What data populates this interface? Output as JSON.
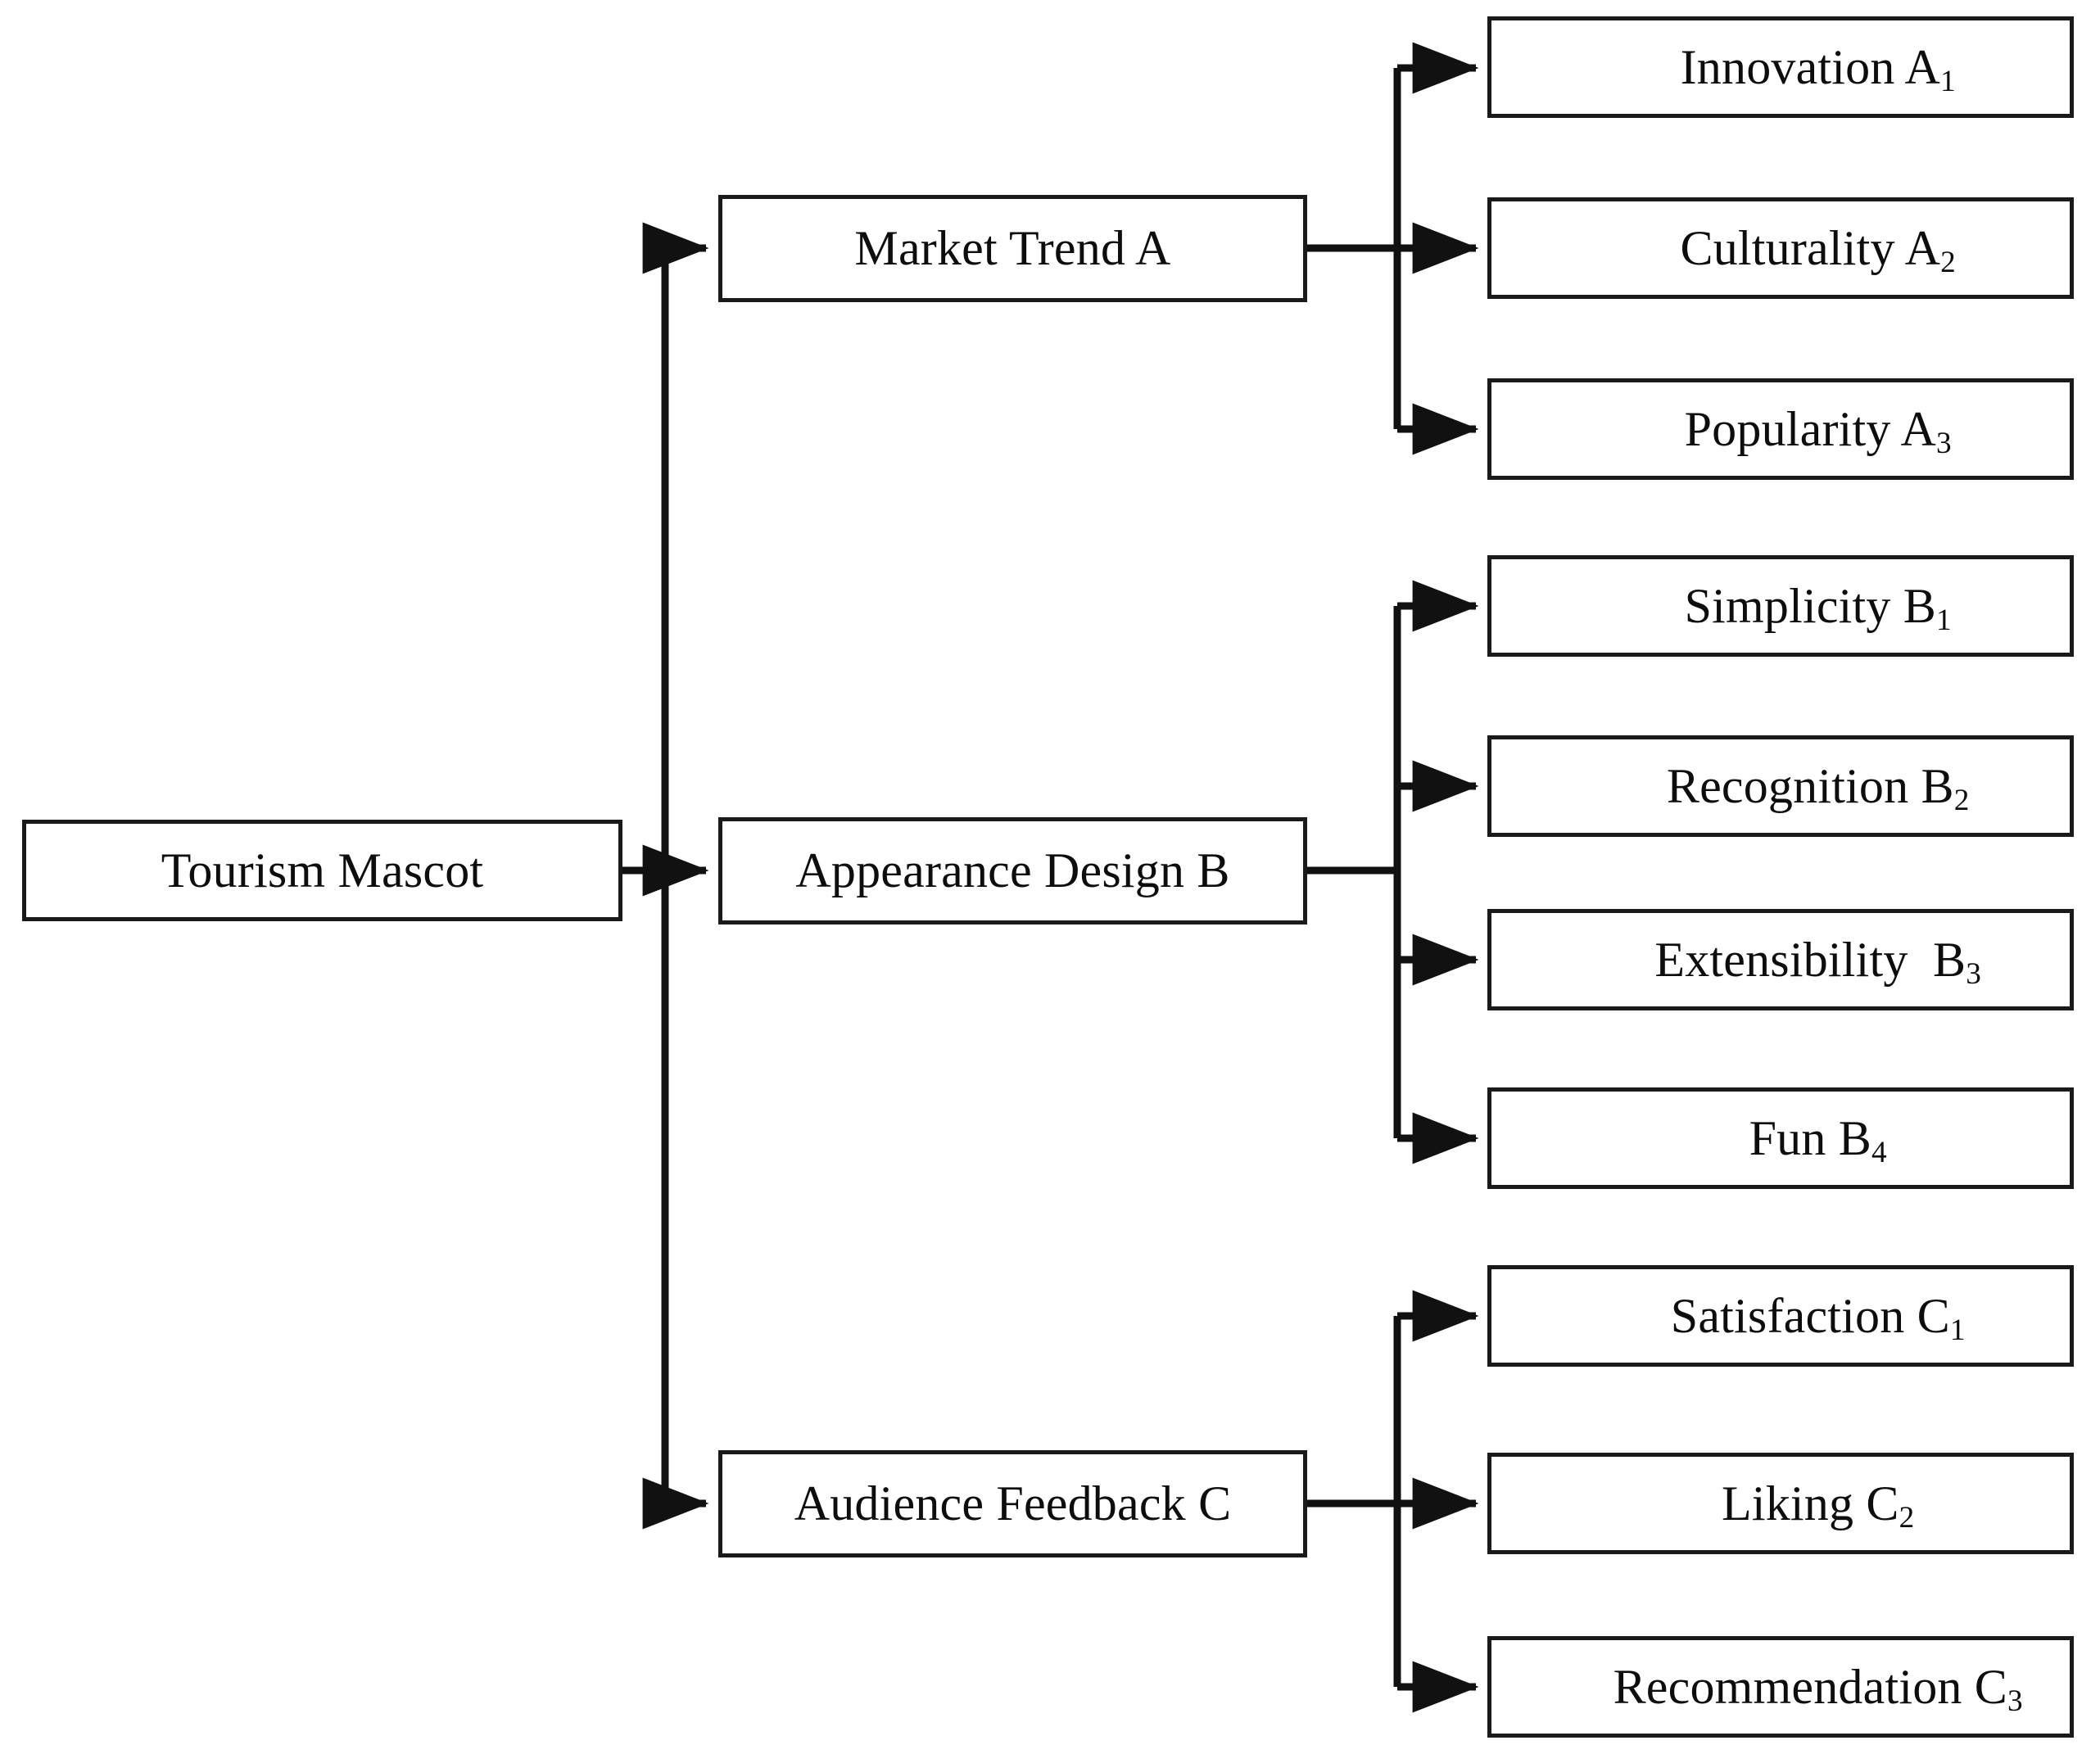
{
  "diagram": {
    "type": "hierarchy-tree",
    "title": "Tourism Mascot",
    "orientation": "left-to-right",
    "colors": {
      "background": "#ffffff",
      "box_border": "#1a1a1a",
      "box_fill": "#ffffff",
      "connector": "#111111",
      "text": "#0d0d0d"
    },
    "root": {
      "label": "Tourism Mascot",
      "code": ""
    },
    "criteria": [
      {
        "label": "Market Trend A",
        "name": "Market Trend",
        "code": "A",
        "sub_criteria": [
          {
            "label": "Innovation A",
            "name": "Innovation",
            "code": "A",
            "index": "1"
          },
          {
            "label": "Culturality A",
            "name": "Culturality",
            "code": "A",
            "index": "2"
          },
          {
            "label": "Popularity A",
            "name": "Popularity",
            "code": "A",
            "index": "3"
          }
        ]
      },
      {
        "label": "Appearance Design B",
        "name": "Appearance Design",
        "code": "B",
        "sub_criteria": [
          {
            "label": "Simplicity B",
            "name": "Simplicity",
            "code": "B",
            "index": "1"
          },
          {
            "label": "Recognition B",
            "name": "Recognition",
            "code": "B",
            "index": "2"
          },
          {
            "label": "Extensibility  B",
            "name": "Extensibility",
            "code": "B",
            "index": "3"
          },
          {
            "label": "Fun B",
            "name": "Fun",
            "code": "B",
            "index": "4"
          }
        ]
      },
      {
        "label": "Audience Feedback C",
        "name": "Audience Feedback",
        "code": "C",
        "sub_criteria": [
          {
            "label": "Satisfaction C",
            "name": "Satisfaction",
            "code": "C",
            "index": "1"
          },
          {
            "label": "Liking C",
            "name": "Liking",
            "code": "C",
            "index": "2"
          },
          {
            "label": "Recommendation C",
            "name": "Recommendation",
            "code": "C",
            "index": "3"
          }
        ]
      }
    ],
    "nodes": {
      "root": {
        "text_main": "Tourism Mascot",
        "text_sub": ""
      },
      "a": {
        "text_main": "Market Trend A",
        "text_sub": ""
      },
      "b": {
        "text_main": "Appearance Design B",
        "text_sub": ""
      },
      "c": {
        "text_main": "Audience Feedback C",
        "text_sub": ""
      },
      "a1": {
        "text_main": "Innovation A",
        "text_sub": "1"
      },
      "a2": {
        "text_main": "Culturality A",
        "text_sub": "2"
      },
      "a3": {
        "text_main": "Popularity A",
        "text_sub": "3"
      },
      "b1": {
        "text_main": "Simplicity B",
        "text_sub": "1"
      },
      "b2": {
        "text_main": "Recognition B",
        "text_sub": "2"
      },
      "b3": {
        "text_main": "Extensibility  B",
        "text_sub": "3"
      },
      "b4": {
        "text_main": "Fun B",
        "text_sub": "4"
      },
      "c1": {
        "text_main": "Satisfaction C",
        "text_sub": "1"
      },
      "c2": {
        "text_main": "Liking C",
        "text_sub": "2"
      },
      "c3": {
        "text_main": "Recommendation C",
        "text_sub": "3"
      }
    }
  }
}
